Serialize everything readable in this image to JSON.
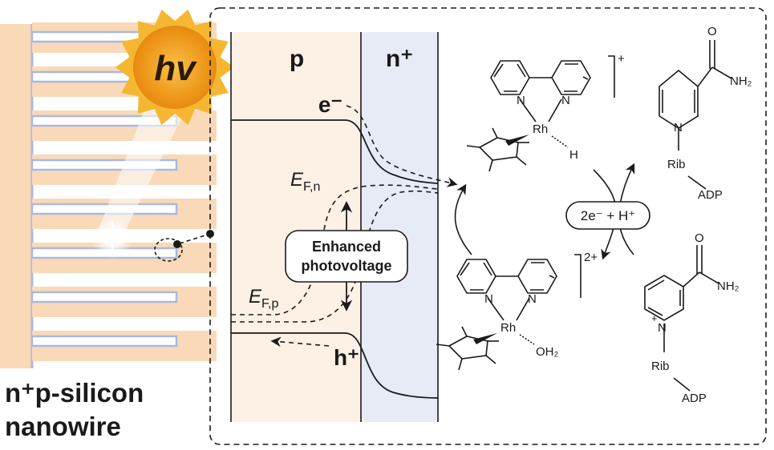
{
  "sun": {
    "label": "hv"
  },
  "nanowire": {
    "caption_line1": "n⁺p-silicon",
    "caption_line2": "nanowire"
  },
  "regions": {
    "p_label": "p",
    "n_label": "n⁺"
  },
  "carriers": {
    "electron": "e⁻",
    "hole": "h⁺"
  },
  "fermi": {
    "n_main": "E",
    "n_sub": "F,n",
    "p_main": "E",
    "p_sub": "F,p"
  },
  "photovoltage_box": {
    "line1": "Enhanced",
    "line2": "photovoltage"
  },
  "cycle_box": {
    "label": "2e⁻ + H⁺"
  },
  "complex_top": {
    "charge": "+",
    "metal": "Rh",
    "ligand_h": "H",
    "n1": "N",
    "n2": "N"
  },
  "complex_bottom": {
    "charge": "2+",
    "metal": "Rh",
    "ligand_oh2": "OH₂",
    "n1": "N",
    "n2": "N"
  },
  "nadh": {
    "amide": "NH₂",
    "oxygen": "O",
    "n": "N",
    "rib": "Rib",
    "adp": "ADP"
  },
  "nad": {
    "amide": "NH₂",
    "oxygen": "O",
    "n": "N",
    "plus": "+",
    "rib": "Rib",
    "adp": "ADP"
  },
  "colors": {
    "p_region": "#fdf0e4",
    "n_region": "#e6ebf5",
    "wire_fill": "#f9d9b8",
    "wire_stroke": "#a9b9df",
    "sun": "#f5b731"
  }
}
